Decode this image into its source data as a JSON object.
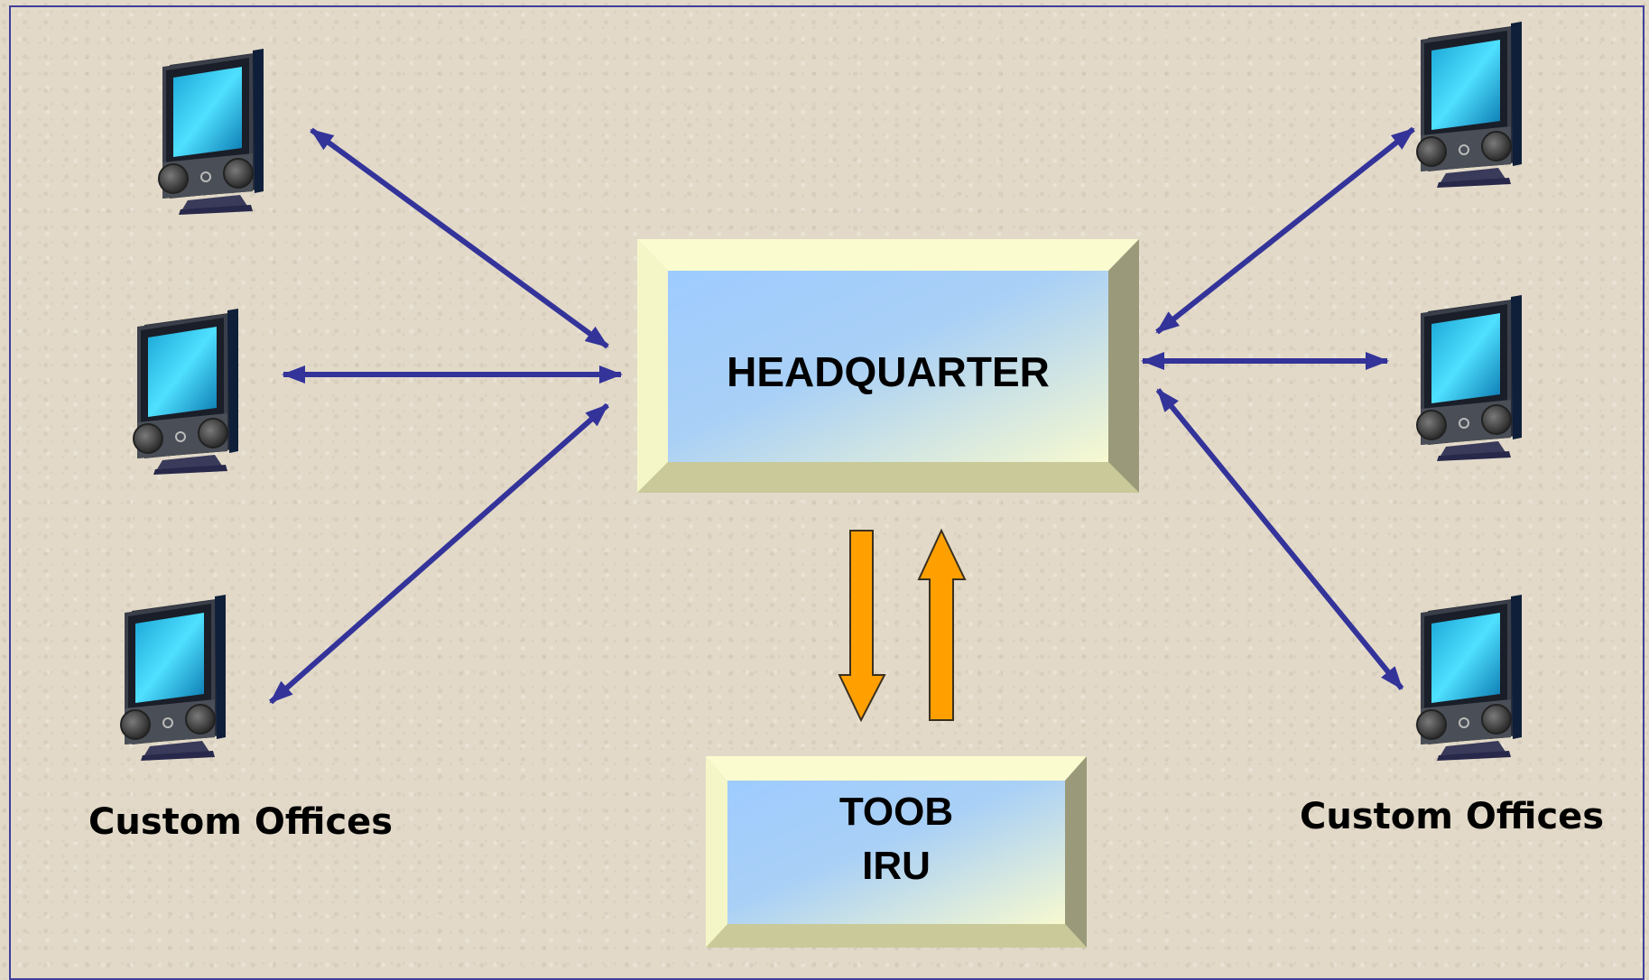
{
  "nodes": {
    "headquarter": {
      "label": "HEADQUARTER"
    },
    "toob": {
      "line1": "TOOB",
      "line2": "IRU"
    }
  },
  "labels": {
    "left_offices": "Custom Offices",
    "right_offices": "Custom Offices"
  },
  "icons": {
    "computer": "computer-monitor-icon"
  },
  "colors": {
    "link_arrow": "#33339a",
    "flow_arrow": "#ffa000",
    "box_face_start": "#9ecbff",
    "box_face_end": "#fafcd2"
  }
}
